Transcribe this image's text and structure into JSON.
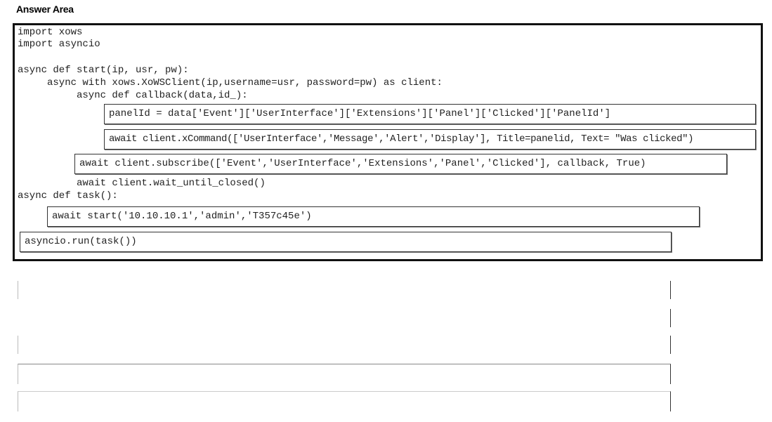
{
  "header": {
    "title": "Answer Area"
  },
  "code_lines": [
    "import xows",
    "import asyncio",
    "async def start(ip, usr, pw):",
    "async with xows.XoWSClient(ip,username=usr, password=pw) as client:",
    "async def callback(data,id_):",
    "await client.wait_until_closed()",
    "async def task():"
  ],
  "answer_boxes": [
    "panelId = data['Event']['UserInterface']['Extensions']['Panel']['Clicked']['PanelId']",
    "await client.xCommand(['UserInterface','Message','Alert','Display'], Title=panelid, Text= \"Was clicked\")",
    "await client.subscribe(['Event','UserInterface','Extensions','Panel','Clicked'], callback, True)",
    "await start('10.10.10.1','admin','T357c45e')",
    "asyncio.run(task())"
  ]
}
